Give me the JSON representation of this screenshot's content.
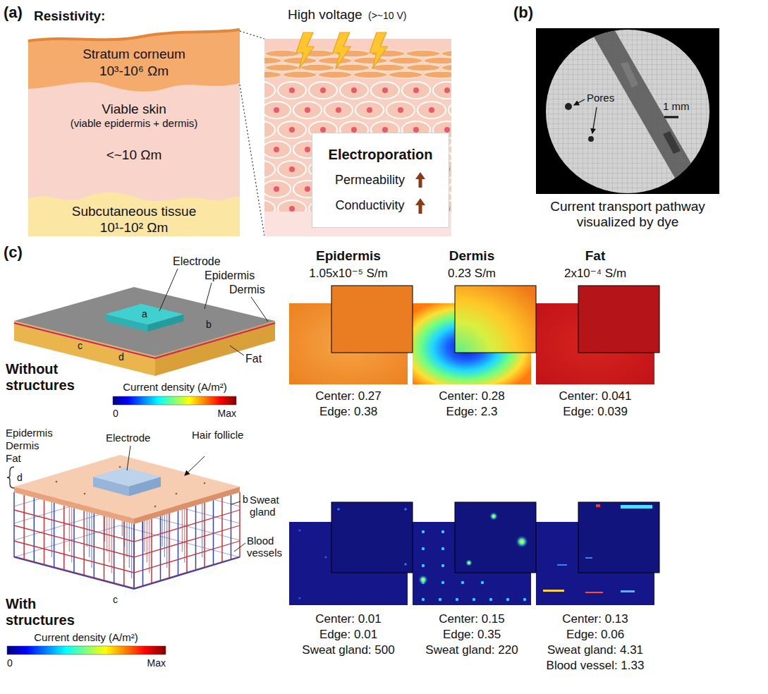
{
  "diagram": {
    "nodes": [
      {
        "text": [
          "Stratum corneum",
          "10³-10⁶ Ωm"
        ]
      },
      {
        "text": [
          "Viable skin",
          "(viable epidermis + dermis)",
          "<~10 Ωm"
        ]
      },
      {
        "text": [
          "Subcutaneous tissue",
          "10¹-10² Ωm"
        ]
      },
      {
        "text": [
          "Electroporation",
          "Permeability",
          "Conductivity"
        ]
      }
    ],
    "labels": [
      "(a)",
      "Resistivity:",
      "High voltage",
      "(>~10 V)",
      "(b)",
      "Pores",
      "1 mm",
      "Current transport pathway visualized by dye",
      "(c)",
      "Electrode",
      "Epidermis",
      "Dermis",
      "Fat",
      "a",
      "b",
      "c",
      "d",
      "Without structures",
      "Current density (A/m²)",
      "0",
      "Max",
      "Epidermis",
      "1.05x10⁻⁵ S/m",
      "Dermis",
      "0.23 S/m",
      "Fat",
      "2x10⁻⁴ S/m",
      "Center: 0.27",
      "Edge: 0.38",
      "Center: 0.28",
      "Edge: 2.3",
      "Center: 0.041",
      "Edge: 0.039",
      "Epidermis",
      "Dermis",
      "Fat",
      "d",
      "Electrode",
      "Hair follicle",
      "b",
      "Sweat gland",
      "c",
      "Blood vessels",
      "With structures",
      "Current density (A/m²)",
      "0",
      "Max",
      "Center: 0.01",
      "Edge: 0.01",
      "Sweat gland: 500",
      "Center: 0.15",
      "Edge: 0.35",
      "Sweat gland: 220",
      "Center: 0.13",
      "Edge: 0.06",
      "Sweat gland: 4.31",
      "Blood vessel: 1.33"
    ]
  }
}
